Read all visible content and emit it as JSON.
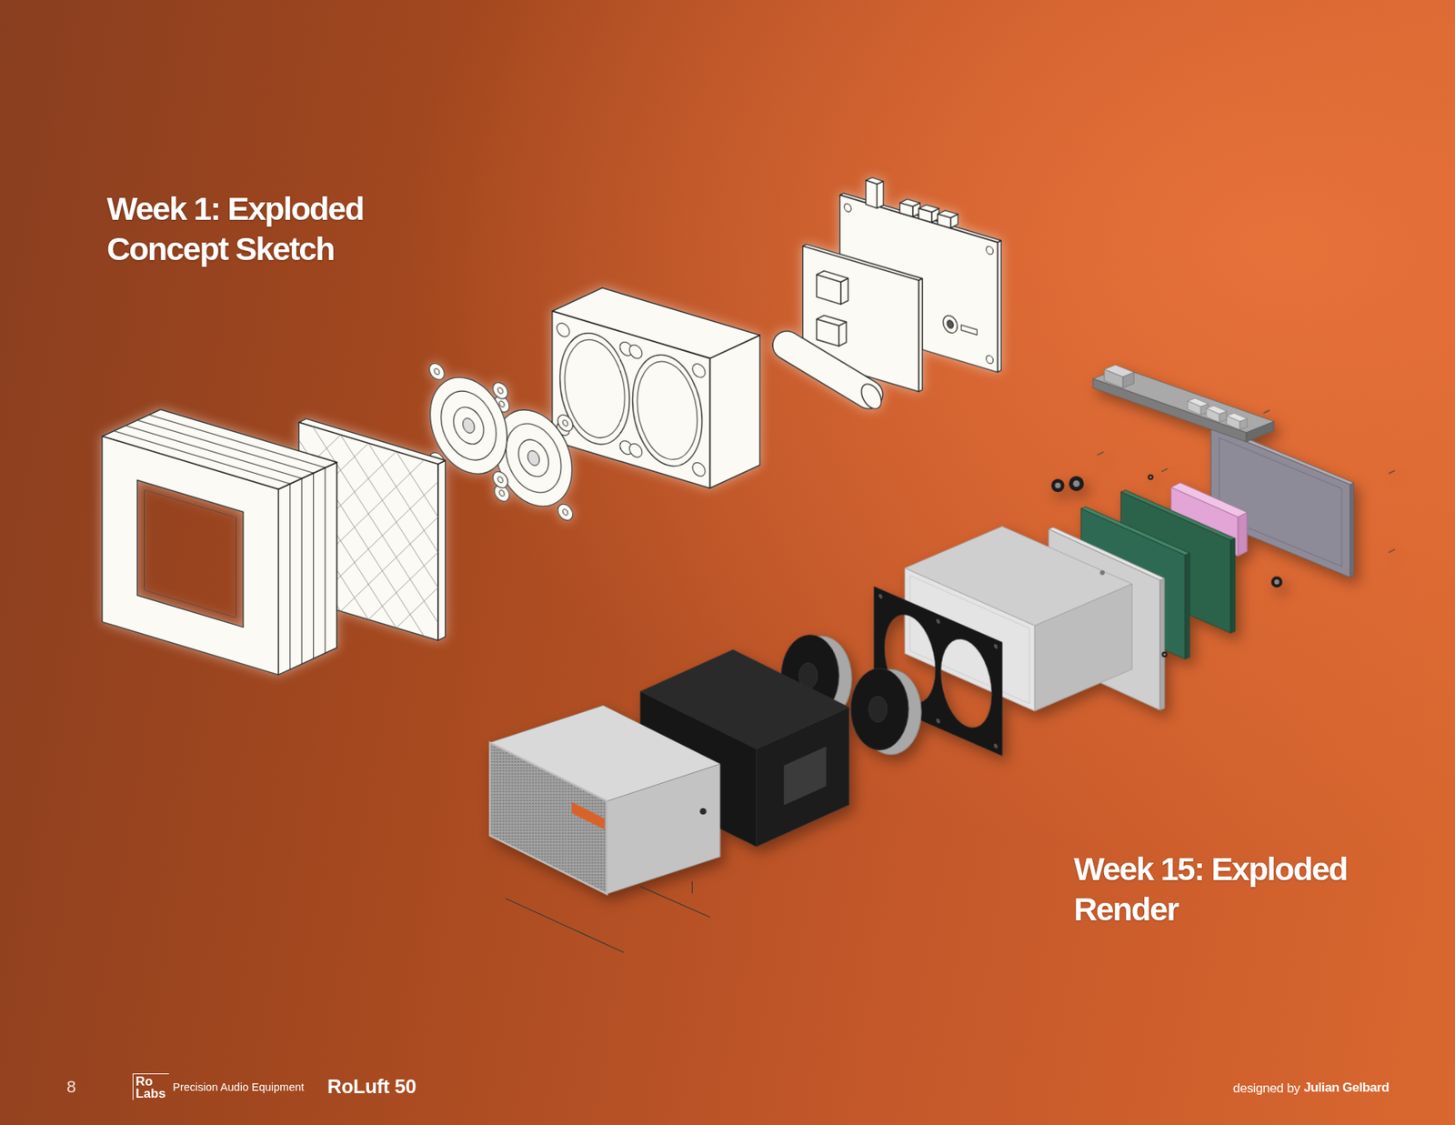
{
  "diagram": {
    "labels": [
      "Week 1: Exploded Concept Sketch",
      "Week 15: Exploded Render",
      "8",
      "Ro Labs",
      "Precision Audio Equipment",
      "RoLuft 50",
      "designed by",
      "Julian Gelbard"
    ]
  }
}
